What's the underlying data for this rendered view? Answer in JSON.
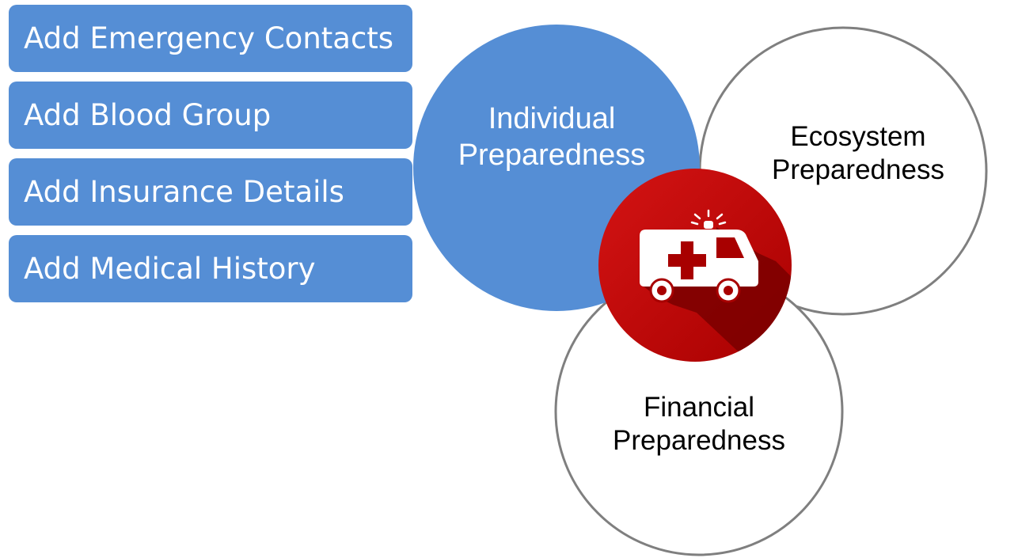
{
  "buttons": [
    {
      "label": "Add Emergency Contacts"
    },
    {
      "label": "Add Blood Group"
    },
    {
      "label": "Add Insurance Details"
    },
    {
      "label": "Add Medical History"
    }
  ],
  "circles": {
    "individual": {
      "line1": "Individual",
      "line2": "Preparedness"
    },
    "ecosystem": {
      "line1": "Ecosystem",
      "line2": "Preparedness"
    },
    "financial": {
      "line1": "Financial",
      "line2": "Preparedness"
    }
  },
  "center_icon": {
    "name": "ambulance-icon"
  },
  "colors": {
    "button_fill": "#558ed5",
    "individual_fill": "#558ed5",
    "outline_gray": "#7f7f7f",
    "badge_red": "#c00000",
    "badge_shadow": "#800000"
  }
}
